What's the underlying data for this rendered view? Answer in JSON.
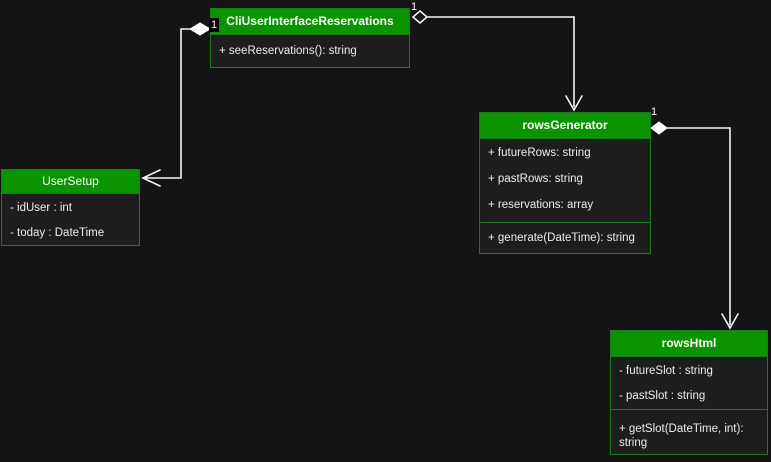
{
  "diagram_type": "uml-class-diagram",
  "colors": {
    "background": "#141414",
    "class_header_fill": "#0a9400",
    "class_body_fill": "#1d1d1d",
    "class_border": "#1b7a1b",
    "connector": "#f5f5f5",
    "text": "#ececec",
    "header_text": "#ffffff"
  },
  "classes": {
    "cli": {
      "name": "CliUserInterfaceReservations",
      "attributes": [],
      "methods": [
        "+ seeReservations(): string"
      ]
    },
    "userSetup": {
      "name": "UserSetup",
      "attributes": [
        "- idUser : int",
        "- today : DateTime"
      ],
      "methods": []
    },
    "rowsGenerator": {
      "name": "rowsGenerator",
      "attributes": [
        "+ futureRows: string",
        "+ pastRows: string",
        "+ reservations: array"
      ],
      "methods": [
        "+ generate(DateTime): string"
      ]
    },
    "rowsHtml": {
      "name": "rowsHtml",
      "attributes": [
        "- futureSlot : string",
        "- pastSlot : string"
      ],
      "methods": [
        "+ getSlot(DateTime, int): string"
      ]
    }
  },
  "connections": {
    "cli_userSetup": {
      "from": "CliUserInterfaceReservations",
      "to": "UserSetup",
      "from_end": "filled-diamond",
      "to_end": "open-arrow",
      "multiplicity": "1"
    },
    "cli_rowsGenerator": {
      "from": "CliUserInterfaceReservations",
      "to": "rowsGenerator",
      "from_end": "hollow-diamond",
      "to_end": "open-arrow",
      "multiplicity": "1"
    },
    "rowsGenerator_rowsHtml": {
      "from": "rowsGenerator",
      "to": "rowsHtml",
      "from_end": "filled-diamond",
      "to_end": "open-arrow",
      "multiplicity": "1"
    }
  }
}
